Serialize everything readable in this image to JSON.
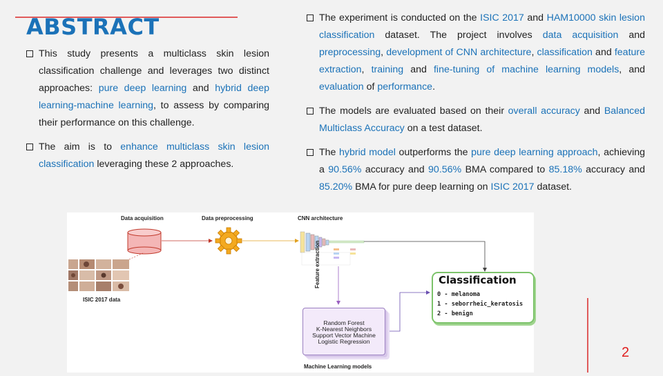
{
  "slide": {
    "title": "ABSTRACT",
    "page_number": "2"
  },
  "left_bullets": [
    {
      "parts": [
        {
          "t": "This study presents a multiclass skin lesion classification challenge and leverages two distinct approaches: ",
          "hl": false
        },
        {
          "t": "pure deep learning",
          "hl": true
        },
        {
          "t": " and ",
          "hl": false
        },
        {
          "t": "hybrid deep learning-machine learning",
          "hl": true
        },
        {
          "t": ", to assess by comparing their performance on this challenge.",
          "hl": false
        }
      ]
    },
    {
      "parts": [
        {
          "t": "The aim is to ",
          "hl": false
        },
        {
          "t": "enhance multiclass skin lesion classification",
          "hl": true
        },
        {
          "t": " leveraging these 2 approaches.",
          "hl": false
        }
      ]
    }
  ],
  "right_bullets": [
    {
      "parts": [
        {
          "t": "The experiment is conducted on the ",
          "hl": false
        },
        {
          "t": "ISIC 2017",
          "hl": true
        },
        {
          "t": " and ",
          "hl": false
        },
        {
          "t": "HAM10000 skin lesion classification",
          "hl": true
        },
        {
          "t": " dataset. The project involves ",
          "hl": false
        },
        {
          "t": "data acquisition",
          "hl": true
        },
        {
          "t": " and ",
          "hl": false
        },
        {
          "t": "preprocessing",
          "hl": true
        },
        {
          "t": ", ",
          "hl": false
        },
        {
          "t": "development of CNN architecture",
          "hl": true
        },
        {
          "t": ", ",
          "hl": false
        },
        {
          "t": "classification",
          "hl": true
        },
        {
          "t": " and ",
          "hl": false
        },
        {
          "t": "feature extraction",
          "hl": true
        },
        {
          "t": ", ",
          "hl": false
        },
        {
          "t": "training",
          "hl": true
        },
        {
          "t": " and ",
          "hl": false
        },
        {
          "t": "fine-tuning of machine learning models",
          "hl": true
        },
        {
          "t": ", and ",
          "hl": false
        },
        {
          "t": "evaluation",
          "hl": true
        },
        {
          "t": " of ",
          "hl": false
        },
        {
          "t": "performance",
          "hl": true
        },
        {
          "t": ".",
          "hl": false
        }
      ]
    },
    {
      "parts": [
        {
          "t": "The models are evaluated based on their ",
          "hl": false
        },
        {
          "t": "overall accuracy",
          "hl": true
        },
        {
          "t": " and ",
          "hl": false
        },
        {
          "t": "Balanced Multiclass Accuracy",
          "hl": true
        },
        {
          "t": " on a test dataset.",
          "hl": false
        }
      ]
    },
    {
      "parts": [
        {
          "t": "The ",
          "hl": false
        },
        {
          "t": "hybrid model",
          "hl": true
        },
        {
          "t": " outperforms the ",
          "hl": false
        },
        {
          "t": "pure deep learning approach",
          "hl": true
        },
        {
          "t": ", achieving a ",
          "hl": false
        },
        {
          "t": "90.56%",
          "hl": true
        },
        {
          "t": " accuracy and ",
          "hl": false
        },
        {
          "t": "90.56%",
          "hl": true
        },
        {
          "t": " BMA compared to ",
          "hl": false
        },
        {
          "t": "85.18%",
          "hl": true
        },
        {
          "t": " accuracy and ",
          "hl": false
        },
        {
          "t": "85.20%",
          "hl": true
        },
        {
          "t": " BMA for pure deep learning on ",
          "hl": false
        },
        {
          "t": "ISIC 2017",
          "hl": true
        },
        {
          "t": " dataset.",
          "hl": false
        }
      ]
    }
  ],
  "figure": {
    "data_acquisition": "Data acquisition",
    "data_preprocessing": "Data preprocessing",
    "cnn_architecture": "CNN architecture",
    "isic_data": "ISIC 2017 data",
    "feature_extraction": "Feature extraction",
    "classification_title": "Classification",
    "classes": [
      "0 - melanoma",
      "1 - seborrheic_keratosis",
      "2 - benign"
    ],
    "ml_models": [
      "Random Forest",
      "K-Nearest Neighbors",
      "Support Vector Machine",
      "Logistic Regression"
    ],
    "ml_models_label": "Machine Learning models"
  },
  "colors": {
    "highlight": "#1b72b8",
    "accent_rule": "#e05a5a",
    "page_number": "#e02020"
  }
}
